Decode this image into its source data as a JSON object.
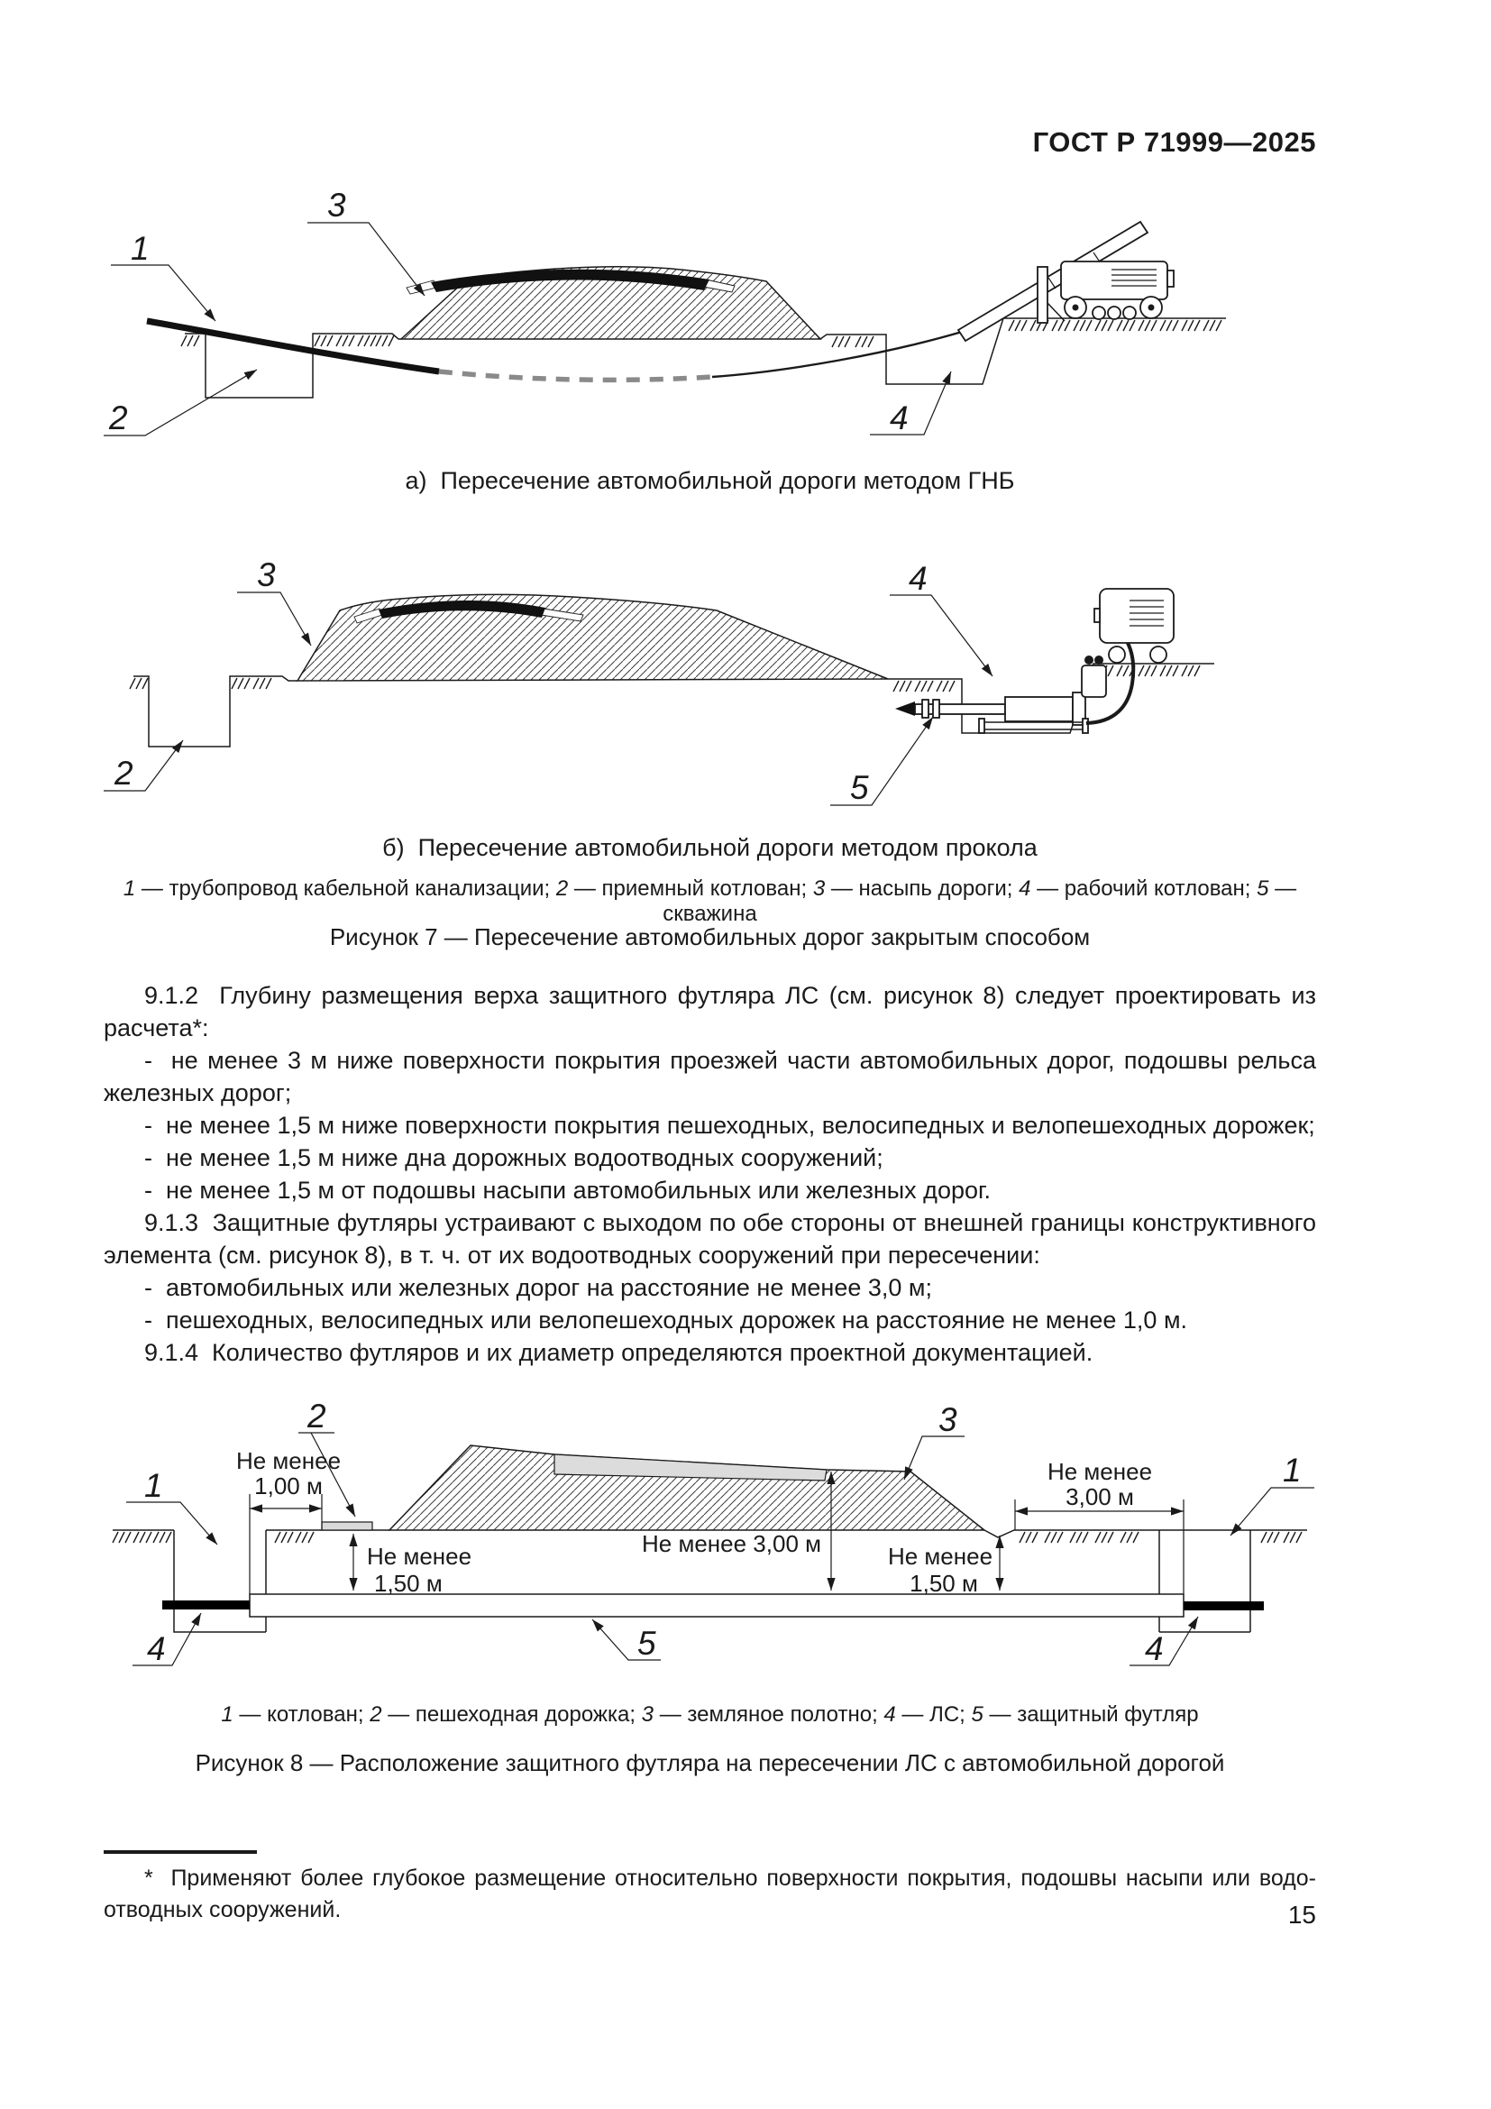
{
  "page": {
    "header": "ГОСТ Р 71999—2025",
    "number": "15"
  },
  "fig7a": {
    "caption": "а)  Пересечение автомобильной дороги методом ГНБ",
    "l1": "1",
    "l2": "2",
    "l3": "3",
    "l4": "4"
  },
  "fig7b": {
    "caption": "б)  Пересечение автомобильной дороги методом прокола",
    "l2": "2",
    "l3": "3",
    "l4": "4",
    "l5": "5"
  },
  "fig7": {
    "legend": [
      {
        "n": "1",
        "t": " — трубопровод кабельной канализации; "
      },
      {
        "n": "2",
        "t": " — приемный котлован; "
      },
      {
        "n": "3",
        "t": " — насыпь дороги; "
      },
      {
        "n": "4",
        "t": " — рабочий котлован; "
      },
      {
        "n": "5",
        "t": " — скважина"
      }
    ],
    "caption": "Рисунок 7 — Пересечение автомобильных дорог закрытым способом"
  },
  "body": {
    "p1": "9.1.2  Глубину размещения верха защитного футляра ЛС (см. рисунок 8) следует проектировать из расчета*:",
    "p2": "-  не менее 3 м ниже поверхности покрытия проезжей части автомобильных дорог, подошвы рель­са железных дорог;",
    "p3": "-  не менее 1,5 м ниже поверхности покрытия пешеходных, велосипедных и велопешеходных до­рожек;",
    "p4": "-  не менее 1,5 м ниже дна дорожных водоотводных сооружений;",
    "p5": "-  не менее 1,5 м от подошвы насыпи автомобильных или железных дорог.",
    "p6": "9.1.3  Защитные футляры устраивают с выходом по обе стороны от внешней границы конструк­тивного элемента (см. рисунок 8), в т. ч. от их водоотводных сооружений при пересечении:",
    "p7": "-  автомобильных или железных дорог на расстояние не менее 3,0 м;",
    "p8": "-  пешеходных, велосипедных или велопешеходных дорожек на расстояние не менее 1,0 м.",
    "p9": "9.1.4  Количество футляров и их диаметр определяются проектной документацией."
  },
  "fig8": {
    "l1a": "1",
    "l1b": "1",
    "l2": "2",
    "l3": "3",
    "l4a": "4",
    "l4b": "4",
    "l5": "5",
    "ne": "Не менее",
    "d100": "1,00 м",
    "d150": "1,50 м",
    "d300": "3,00 м",
    "d300c": "Не менее 3,00 м",
    "legend": [
      {
        "n": "1",
        "t": " — котлован; "
      },
      {
        "n": "2",
        "t": " — пешеходная дорожка; "
      },
      {
        "n": "3",
        "t": " — земляное полотно; "
      },
      {
        "n": "4",
        "t": " — ЛС; "
      },
      {
        "n": "5",
        "t": " — защитный футляр"
      }
    ],
    "caption": "Рисунок 8 — Расположение защитного футляра на пересечении ЛС с автомобильной дорогой"
  },
  "footnote": "*  Применяют более глубокое размещение относительно поверхности покрытия, подошвы насыпи или водо­отводных сооружений."
}
